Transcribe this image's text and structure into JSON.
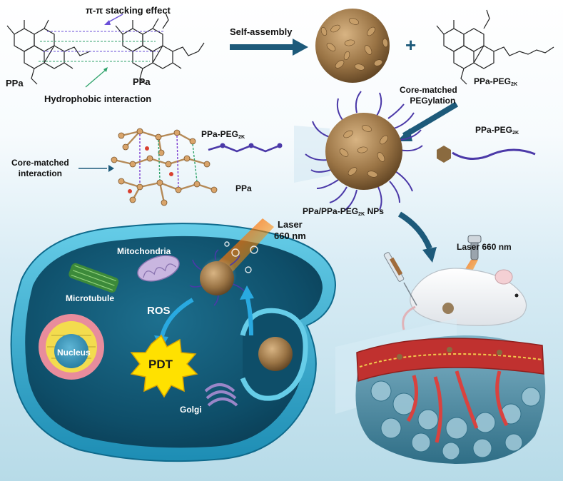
{
  "labels": {
    "pi_stacking": "π-π stacking effect",
    "ppa_left": "PPa",
    "ppa_mid": "PPa",
    "hydrophobic": "Hydrophobic interaction",
    "self_assembly": "Self-assembly",
    "plus": "+",
    "ppa_peg_top": "PPa-PEG",
    "ppa_peg_top_sub": "2K",
    "core_matched_pegylation_1": "Core-matched",
    "core_matched_pegylation_2": "PEGylation",
    "ppa_peg_right": "PPa-PEG",
    "ppa_peg_right_sub": "2K",
    "ppa_peg_mid": "PPa-PEG",
    "ppa_peg_mid_sub": "2K",
    "core_matched_interaction_1": "Core-matched",
    "core_matched_interaction_2": "interaction",
    "ppa_lower": "PPa",
    "nps": "PPa/PPa-PEG",
    "nps_sub": "2K",
    "nps_tail": " NPs",
    "laser_cell_1": "Laser",
    "laser_cell_2": "660 nm",
    "mitochondria": "Mitochondria",
    "microtubule": "Microtubule",
    "ros": "ROS",
    "nucleus": "Nucleus",
    "pdt": "PDT",
    "golgi": "Golgi",
    "laser_mouse": "Laser 660 nm"
  },
  "colors": {
    "arrow_dark": "#1d5a7a",
    "arrow_light": "#29a9e0",
    "nanoparticle": "#8a6a3f",
    "peg_chain": "#4b39a8",
    "cell_blue": "#1f8fb5",
    "laser_orange": "#ff6a00",
    "pdt_yellow": "#ffe100",
    "vessel_red": "#c0312f"
  }
}
